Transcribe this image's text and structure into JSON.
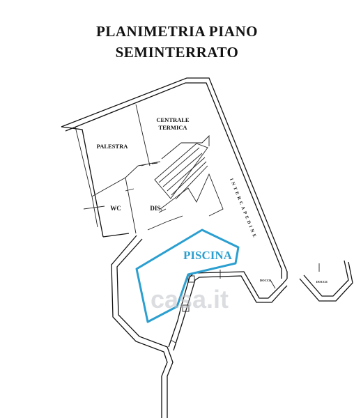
{
  "title": {
    "line1": "PLANIMETRIA PIANO",
    "line2": "SEMINTERRATO"
  },
  "rooms": {
    "centrale": [
      "CENTRALE",
      "TERMICA"
    ],
    "palestra": "PALESTRA",
    "wc": "WC",
    "dis": "DIS.",
    "intercapedine": "INTERCAPEDINE",
    "piscina": "PISCINA",
    "docce_1": "DOCCE",
    "docce_2": "DOCCE"
  },
  "watermark": "casa.it",
  "colors": {
    "walls": "#111111",
    "pool": "#2b9fd0",
    "watermark": "#bfc3c7"
  }
}
